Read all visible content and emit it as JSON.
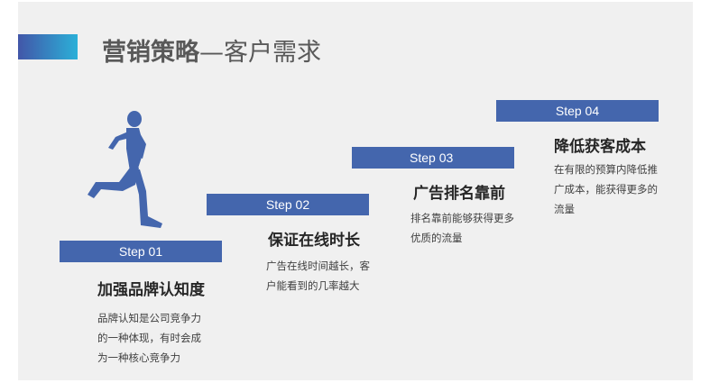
{
  "title": {
    "bold": "营销策略",
    "rest": "—客户需求"
  },
  "steps": [
    {
      "label": "Step 01",
      "heading": "加强品牌认知度",
      "desc": [
        "品牌认知是公司竞争力",
        "的一种体现，有时会成",
        "为一种核心竞争力"
      ]
    },
    {
      "label": "Step 02",
      "heading": "保证在线时长",
      "desc": [
        "广告在线时间越长，客",
        "户能看到的几率越大"
      ]
    },
    {
      "label": "Step 03",
      "heading": "广告排名靠前",
      "desc": [
        "排名靠前能够获得更多",
        "优质的流量"
      ]
    },
    {
      "label": "Step 04",
      "heading": "降低获客成本",
      "desc": [
        "在有限的预算内降低推",
        "广成本，能获得更多的",
        "流量"
      ]
    }
  ],
  "colors": {
    "step": "#4466ad",
    "runner": "#4466ad"
  }
}
